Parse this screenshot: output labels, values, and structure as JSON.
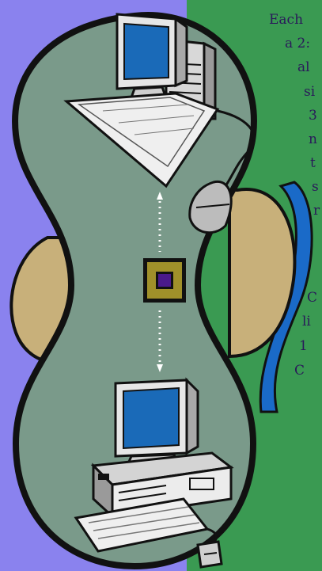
{
  "colors": {
    "left_background": "#8a82ee",
    "right_background": "#3a9a52",
    "figure_eight_fill": "#7a9a8a",
    "tan_fill": "#c8b07a",
    "blue_band": "#1a6ac8",
    "outline": "#111111",
    "monitor_screen": "#1a6ab8",
    "chip_outer": "#a0902a",
    "chip_inner": "#4a1a8a",
    "text": "#2a1a5a"
  },
  "icons": {
    "top_computer": "desktop-computer-icon",
    "bottom_computer": "desktop-computer-icon",
    "chip": "processor-chip-icon",
    "link": "dotted-arrow-icon"
  },
  "text_lines": [
    "Each",
    "a 2:",
    "al",
    "si",
    "3",
    "n",
    "t",
    "s",
    "r",
    "C",
    "li",
    "1",
    "C"
  ]
}
